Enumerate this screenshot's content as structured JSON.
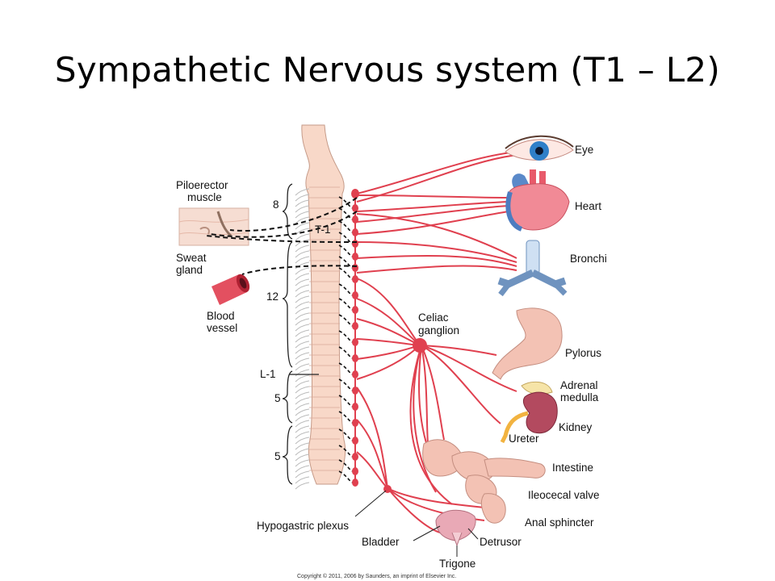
{
  "slide": {
    "title": "Sympathetic Nervous system (T1 – L2)"
  },
  "diagram": {
    "spine_labels": {
      "t1": "T-1",
      "l1": "L-1",
      "count_8": "8",
      "count_12": "12",
      "count_5a": "5",
      "count_5b": "5"
    },
    "left_labels": {
      "piloerector": [
        "Piloerector",
        "muscle"
      ],
      "sweat": [
        "Sweat",
        "gland"
      ],
      "blood": [
        "Blood",
        "vessel"
      ]
    },
    "ganglia": {
      "celiac": [
        "Celiac",
        "ganglion"
      ],
      "hypogastric": "Hypogastric plexus"
    },
    "organs": {
      "eye": "Eye",
      "heart": "Heart",
      "bronchi": "Bronchi",
      "pylorus": "Pylorus",
      "adrenal": [
        "Adrenal",
        "medulla"
      ],
      "kidney": "Kidney",
      "ureter": "Ureter",
      "intestine": "Intestine",
      "ileocecal": "Ileocecal valve",
      "anal": "Anal sphincter",
      "bladder": "Bladder",
      "detrusor": "Detrusor",
      "trigone": "Trigone"
    },
    "copyright": "Copyright © 2011, 2006 by Saunders, an imprint of Elsevier Inc."
  },
  "colors": {
    "nerve": "#e0404f",
    "spine": "#f8d8c8",
    "organ_pink": "#f3c2b4"
  }
}
